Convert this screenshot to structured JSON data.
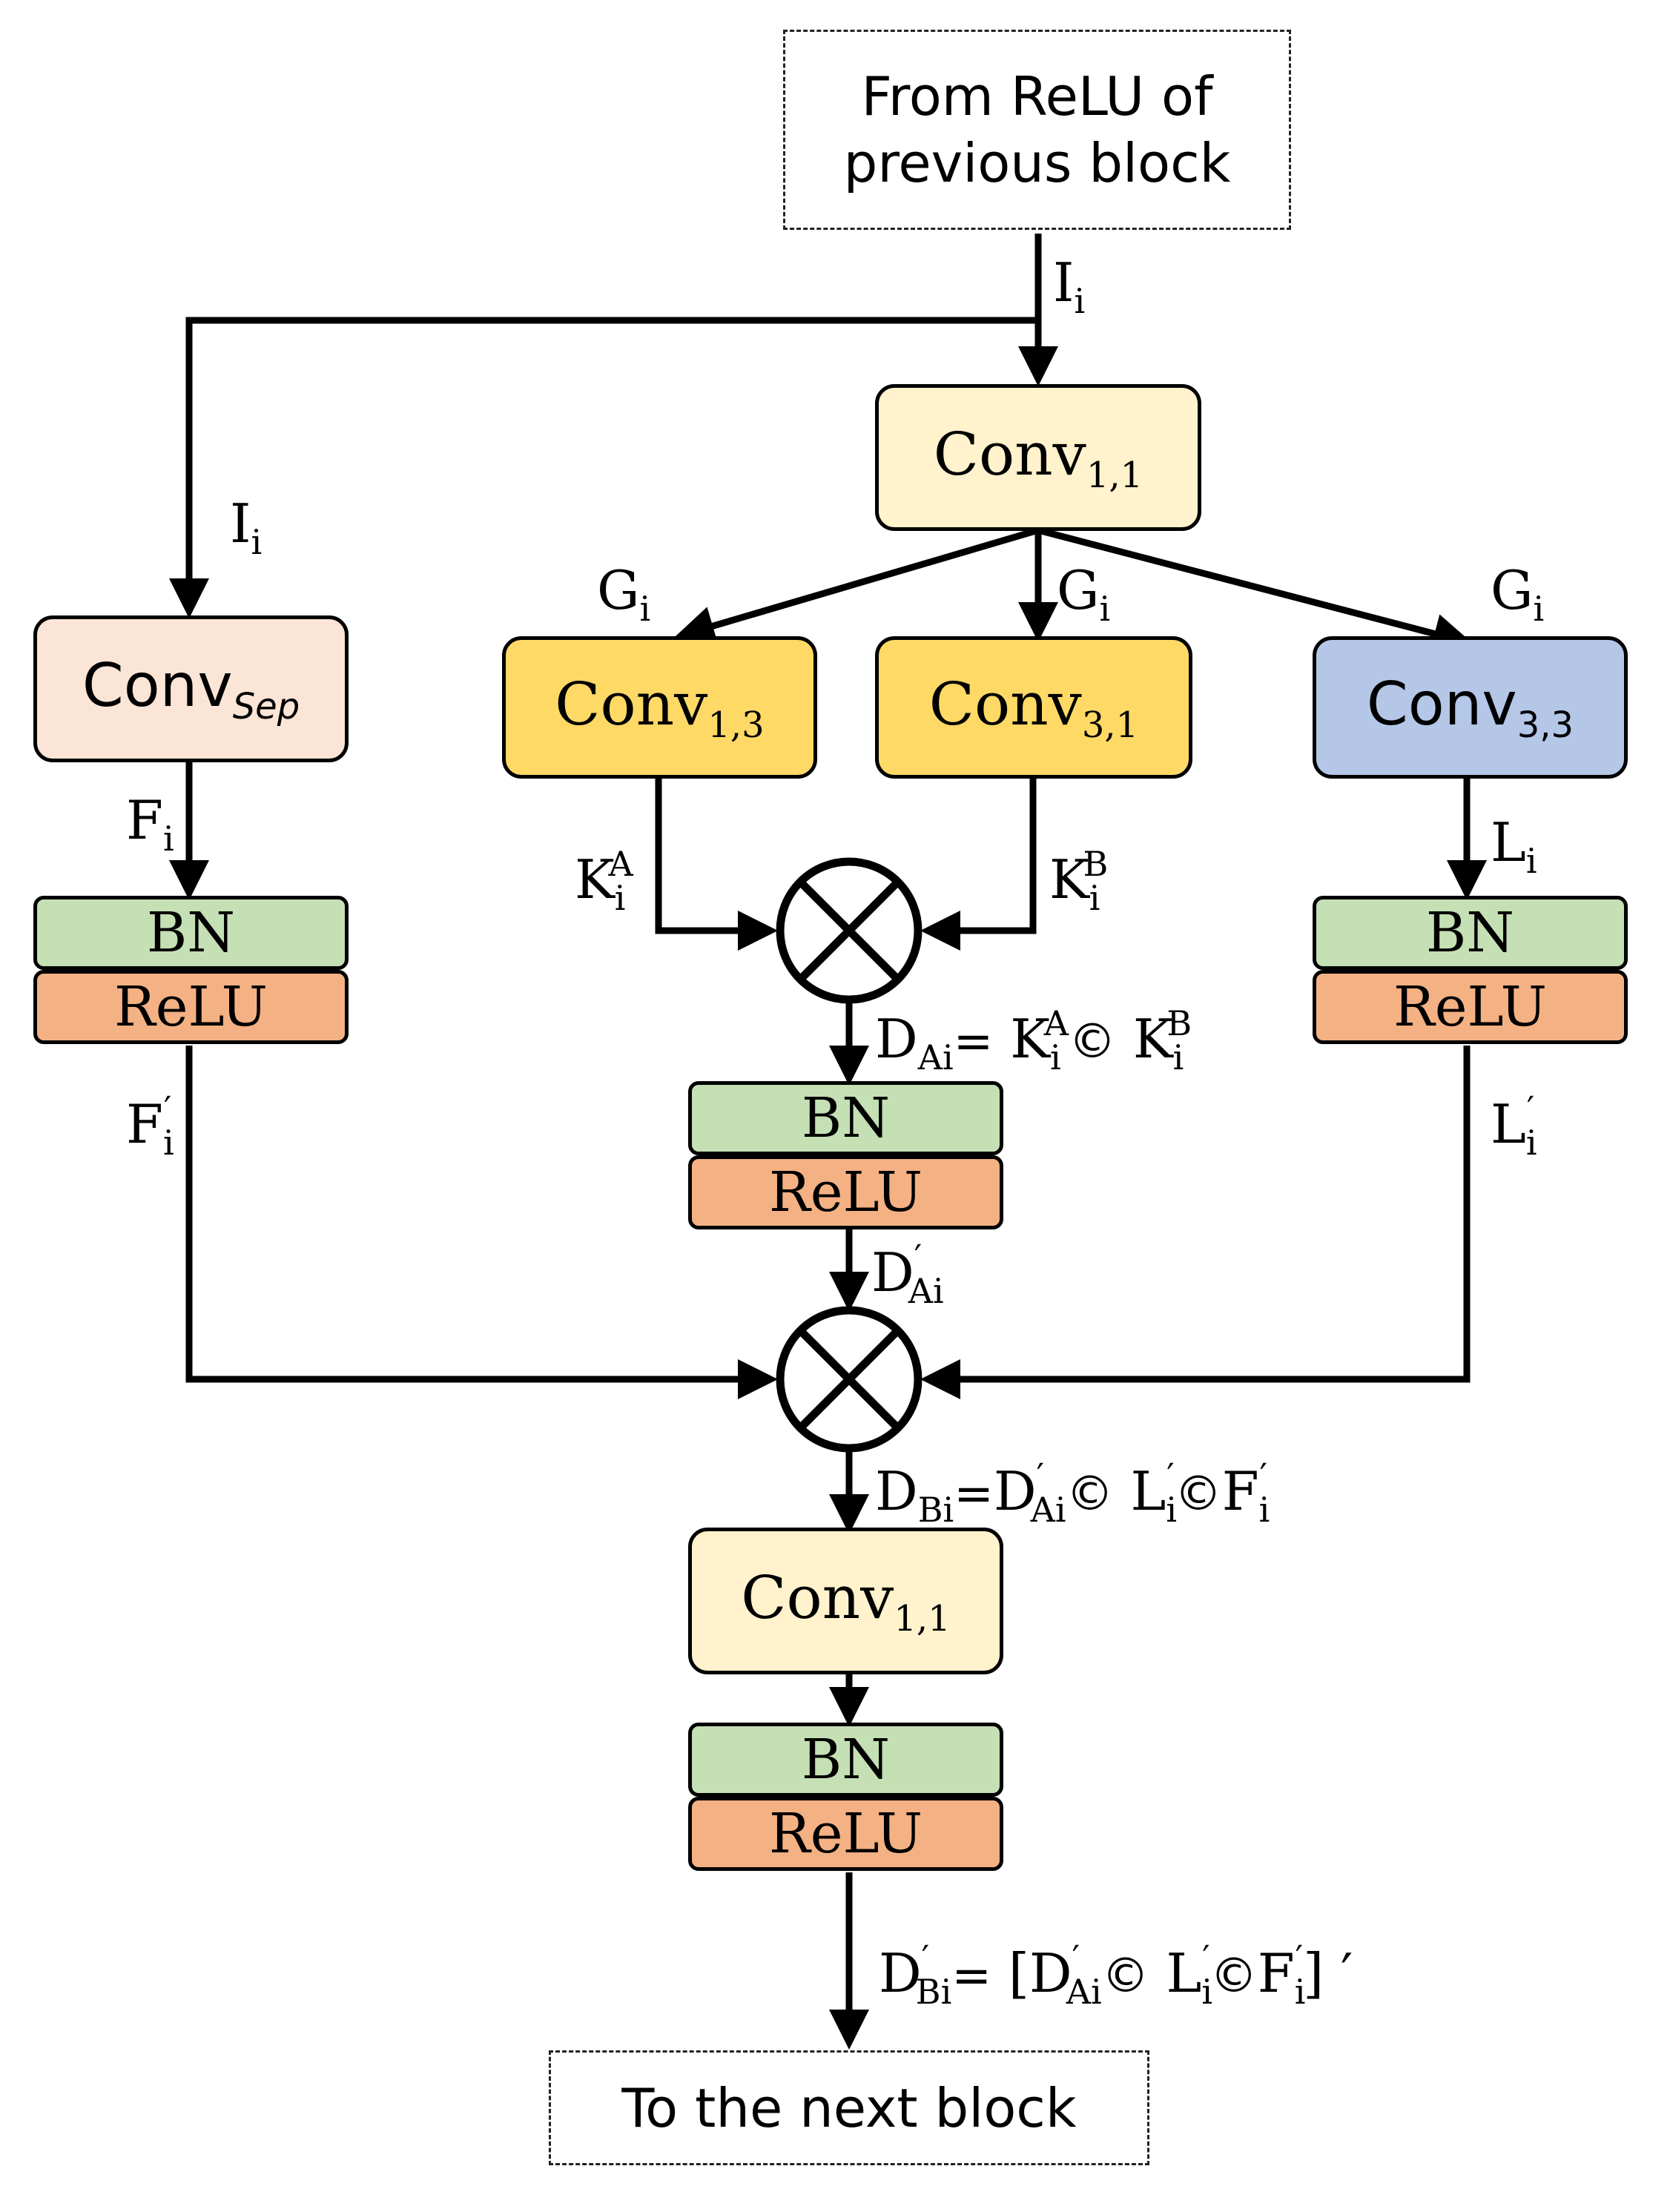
{
  "input_box": {
    "text_line1": "From ReLU of",
    "text_line2": "previous block"
  },
  "output_box": {
    "text": "To the next block"
  },
  "conv_main": {
    "name": "Conv",
    "sub": "1,1"
  },
  "conv_sep": {
    "name": "Conv",
    "sub": "Sep"
  },
  "conv_13": {
    "name": "Conv",
    "sub": "1,3"
  },
  "conv_31": {
    "name": "Conv",
    "sub": "3,1"
  },
  "conv_33": {
    "name": "Conv",
    "sub": "3,3"
  },
  "conv_final": {
    "name": "Conv",
    "sub": "1,1"
  },
  "bn_label": "BN",
  "relu_label": "ReLU",
  "labels": {
    "I": "I",
    "i": "i",
    "G": "G",
    "F": "F",
    "L": "L",
    "K": "K",
    "D": "D",
    "A": "A",
    "B": "B",
    "Ai": "Ai",
    "Bi": "Bi",
    "prime": "′",
    "eq": "=",
    "odot": "©",
    "lbr": "[",
    "rbr": "]",
    "outer_prime": " ′"
  },
  "colors": {
    "conv11": "#fff2cc",
    "convsep": "#fbe5d6",
    "conv13": "#ffd966",
    "conv31": "#ffd966",
    "conv33": "#b4c7e7",
    "bn": "#c5e0b4",
    "relu": "#f4b183"
  }
}
